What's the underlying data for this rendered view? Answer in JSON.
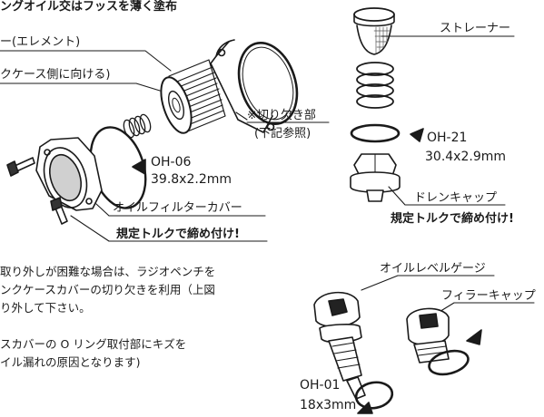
{
  "left": {
    "heading": "ングオイル交はフッスを薄く塗布",
    "element_label": "ー(エレメント)",
    "tank_side_label": "クケース側に向ける)",
    "notch_label": "※切り欠き部",
    "notch_ref": "(下記参照)",
    "oring_code": "OH-06",
    "oring_size": "39.8x2.2mm",
    "cover_label": "オイルフィルターカバー",
    "torque_note": "規定トルクで締め付け!"
  },
  "notes": [
    "取り外しが困難な場合は、ラジオペンチを",
    "ンクケースカバーの切り欠きを利用（上図",
    "り外して下さい。",
    "",
    "スカバーの O リング取付部にキズを",
    "イル漏れの原因となります)"
  ],
  "right_top": {
    "strainer_label": "ストレーナー",
    "oring_code": "OH-21",
    "oring_size": "30.4x2.9mm",
    "drain_cap_label": "ドレンキャップ",
    "torque_note": "規定トルクで締め付け!"
  },
  "right_bottom": {
    "level_gauge_label": "オイルレベルゲージ",
    "filler_cap_label": "フィラーキャップ",
    "oring_code": "OH-01",
    "oring_size": "18x3mm"
  }
}
